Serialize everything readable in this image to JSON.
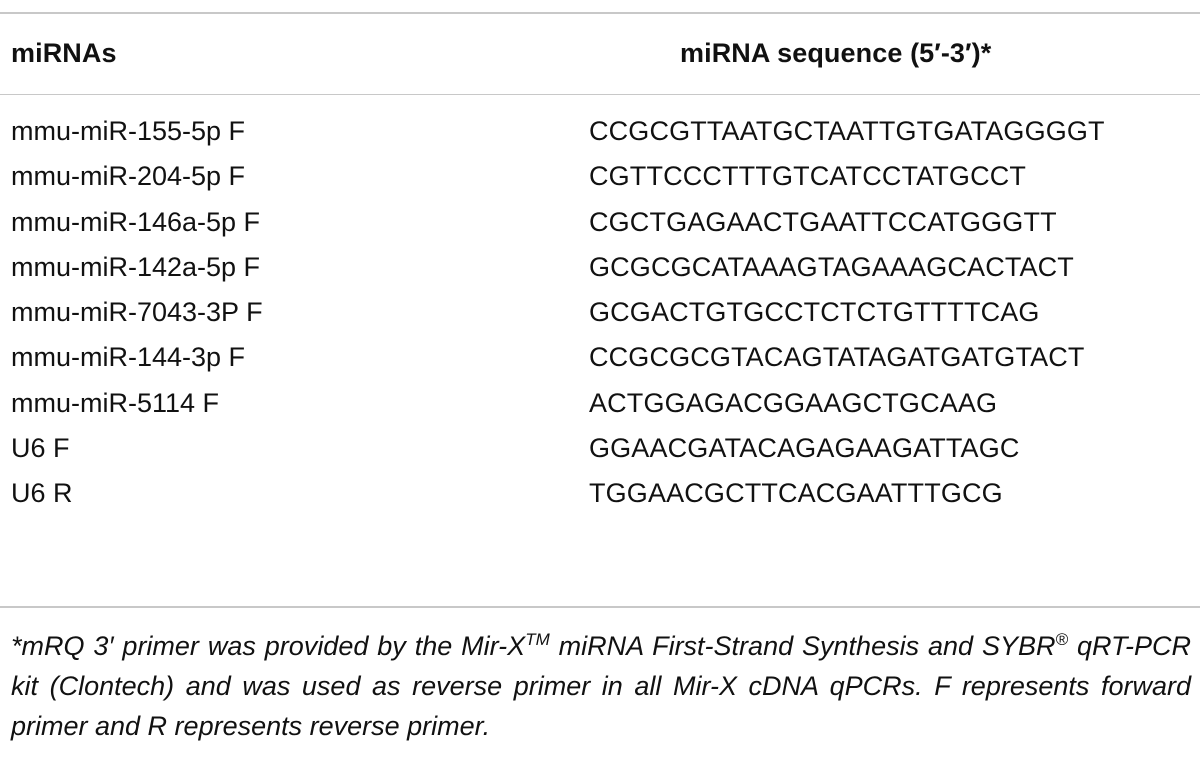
{
  "table": {
    "headers": {
      "mirnas": "miRNAs",
      "sequence": "miRNA sequence (5′-3′)*"
    },
    "rows": [
      {
        "name": "mmu-miR-155-5p F",
        "sequence": "CCGCGTTAATGCTAATTGTGATAGGGGT"
      },
      {
        "name": "mmu-miR-204-5p F",
        "sequence": "CGTTCCCTTTGTCATCCTATGCCT"
      },
      {
        "name": "mmu-miR-146a-5p F",
        "sequence": "CGCTGAGAACTGAATTCCATGGGTT"
      },
      {
        "name": "mmu-miR-142a-5p F",
        "sequence": "GCGCGCATAAAGTAGAAAGCACTACT"
      },
      {
        "name": "mmu-miR-7043-3P F",
        "sequence": "GCGACTGTGCCTCTCTGTTTTCAG"
      },
      {
        "name": "mmu-miR-144-3p F",
        "sequence": "CCGCGCGTACAGTATAGATGATGTACT"
      },
      {
        "name": "mmu-miR-5114 F",
        "sequence": "ACTGGAGACGGAAGCTGCAAG"
      },
      {
        "name": "U6 F",
        "sequence": "GGAACGATACAGAGAAGATTAGC"
      },
      {
        "name": "U6 R",
        "sequence": "TGGAACGCTTCACGAATTTGCG"
      }
    ]
  },
  "footnote": {
    "part1": "*mRQ 3′ primer was provided by the Mir-X",
    "tm": "TM",
    "part2": " miRNA First-Strand Synthesis and SYBR",
    "reg": "®",
    "part3": " qRT-PCR kit (Clontech) and was used as reverse primer in all Mir-X cDNA qPCRs. F represents forward primer and R represents reverse primer."
  }
}
